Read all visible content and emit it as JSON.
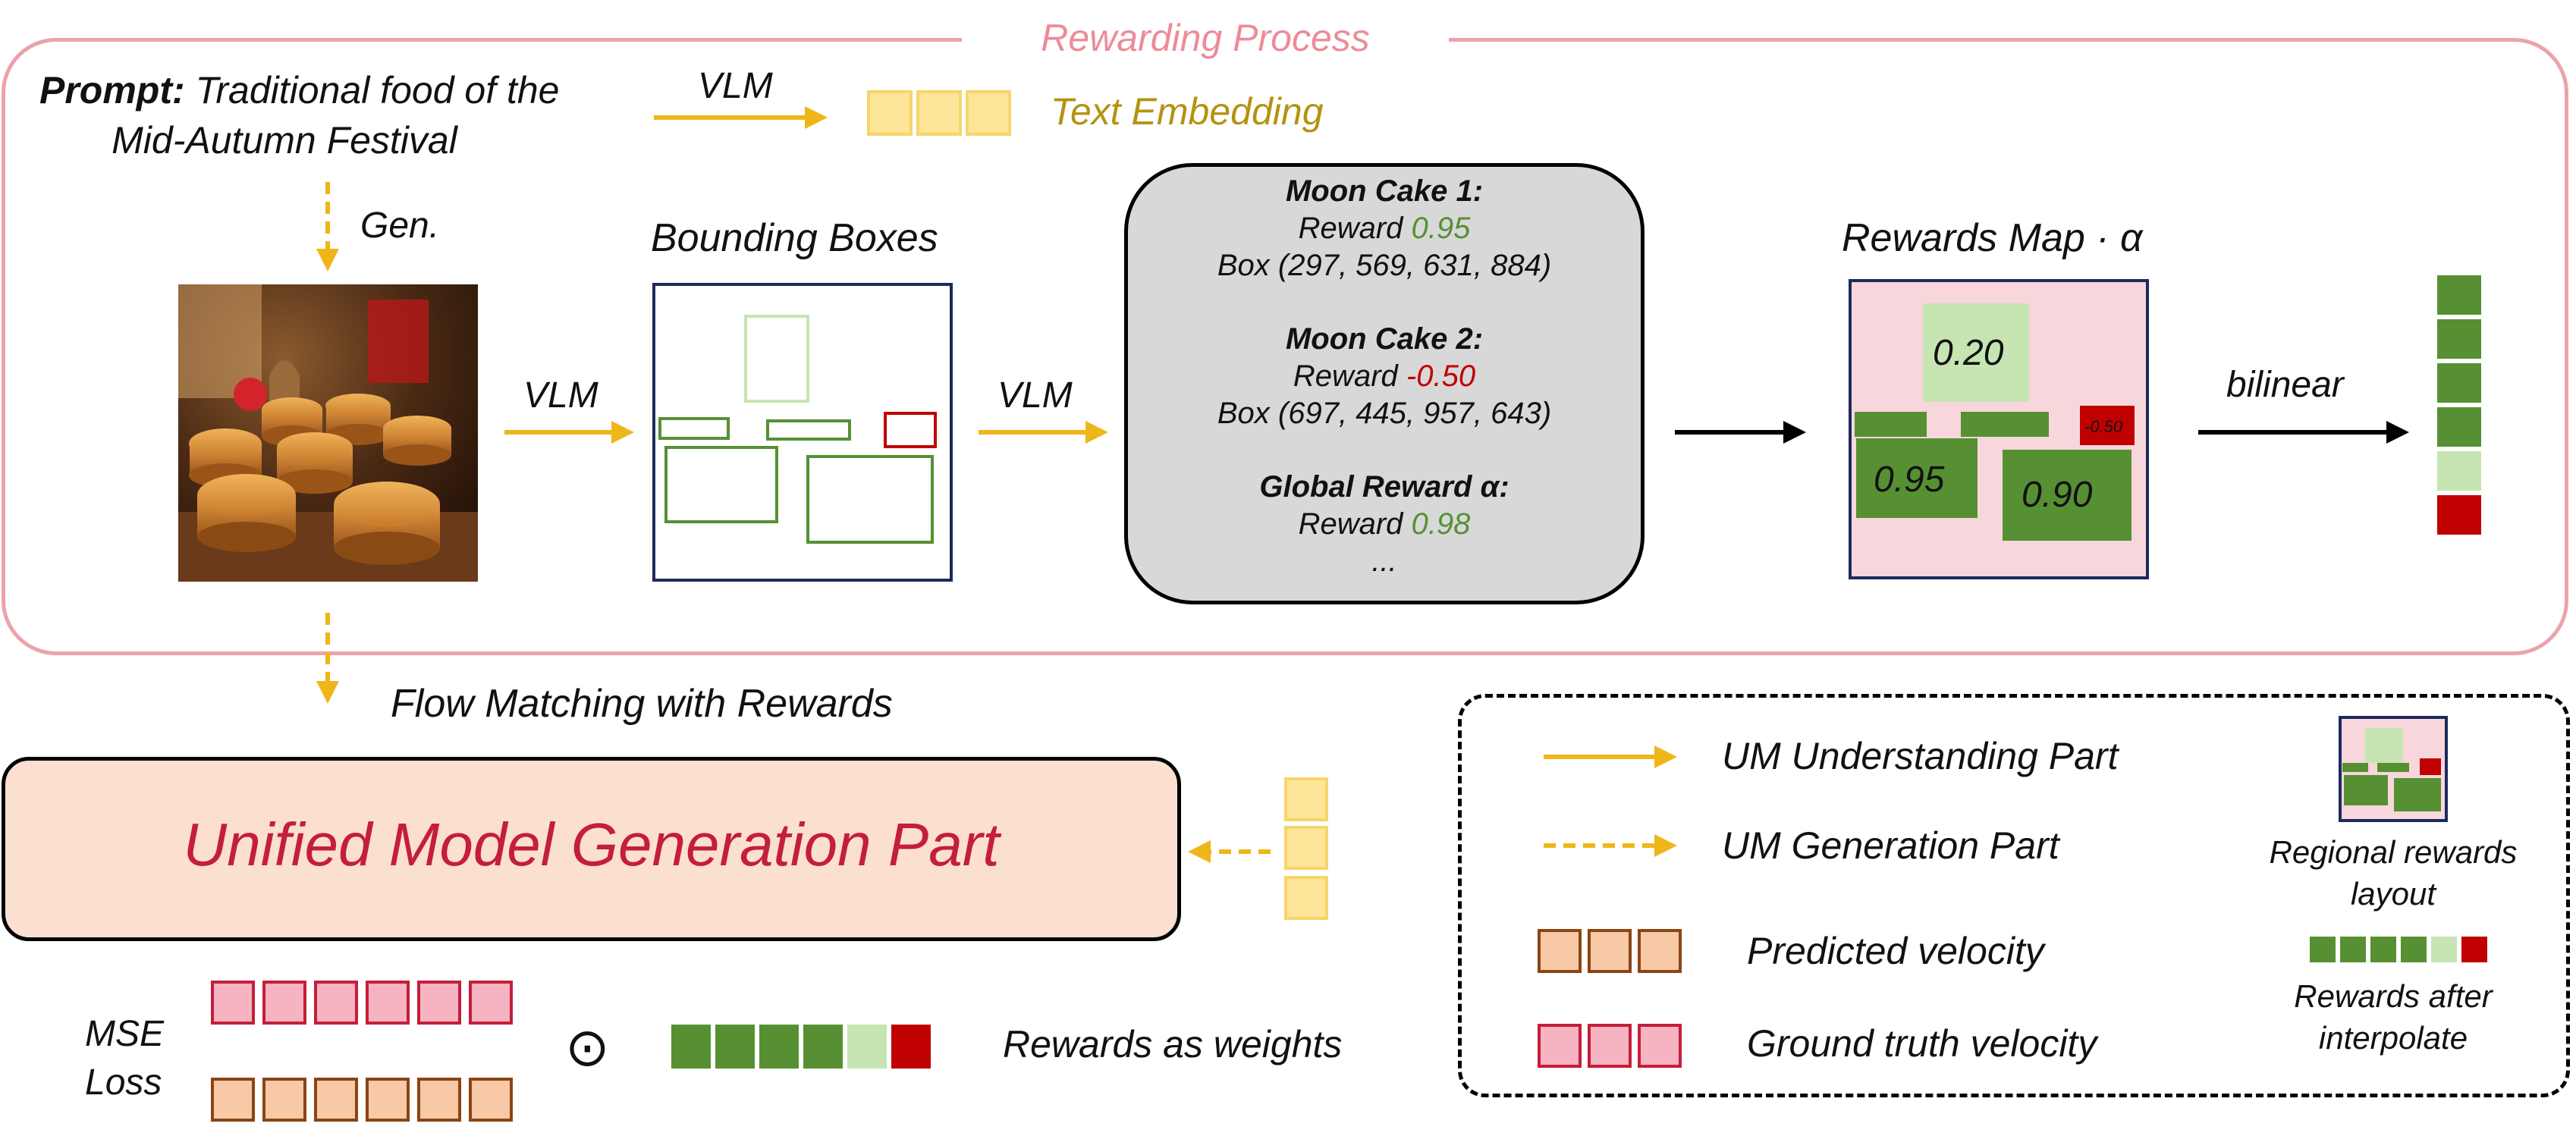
{
  "colors": {
    "frame_border": "#eba3ab",
    "title_pink": "#ec8c98",
    "vlm_arrow_yellow": "#efb61a",
    "embedding_fill": "#fde699",
    "embedding_label": "#b59213",
    "box_navy": "#1c2a5e",
    "reward_green": "#579033",
    "reward_light_green": "#c6e5b2",
    "reward_red": "#c00000",
    "reward_map_bg": "#f8d7dc",
    "info_panel_bg": "#d8d8d8",
    "generation_bg": "#fbe0cf",
    "generation_text": "#c41e3a",
    "predicted_fill": "#f8c9a6",
    "predicted_border": "#8b4513",
    "ground_truth_fill": "#f6b3c1",
    "ground_truth_border": "#c41e3a"
  },
  "title": "Rewarding Process",
  "prompt": {
    "label": "Prompt:",
    "text_line1": "Traditional food of the",
    "text_line2": "Mid-Autumn Festival"
  },
  "arrows": {
    "vlm_top": "VLM",
    "vlm_mid1": "VLM",
    "vlm_mid2": "VLM",
    "gen": "Gen.",
    "bilinear": "bilinear",
    "flow_matching": "Flow Matching with Rewards"
  },
  "text_embedding": "Text Embedding",
  "bounding_boxes_title": "Bounding Boxes",
  "info_panel": {
    "item1_title": "Moon Cake 1:",
    "item1_reward_label": "Reward",
    "item1_reward_value": "0.95",
    "item1_box": "Box (297, 569, 631, 884)",
    "item2_title": "Moon Cake 2:",
    "item2_reward_label": "Reward",
    "item2_reward_value": "-0.50",
    "item2_box": "Box (697, 445, 957, 643)",
    "global_title": "Global Reward α:",
    "global_reward_label": "Reward",
    "global_reward_value": "0.98",
    "ellipsis": "..."
  },
  "rewards_map": {
    "title": "Rewards Map · α",
    "value_top": "0.20",
    "value_left": "0.95",
    "value_right": "0.90",
    "value_small": "-0.50"
  },
  "generation_part": "Unified Model Generation Part",
  "mse_loss_line1": "MSE",
  "mse_loss_line2": "Loss",
  "odot_symbol": "⊙",
  "rewards_as_weights": "Rewards as weights",
  "legend": {
    "understanding": "UM Understanding Part",
    "generation": "UM Generation Part",
    "predicted_velocity": "Predicted velocity",
    "ground_truth_velocity": "Ground truth velocity",
    "regional_line1": "Regional rewards",
    "regional_line2": "layout",
    "interp_line1": "Rewards after",
    "interp_line2": "interpolate"
  },
  "icons": {
    "photo": "mooncake-photo",
    "arrows": "arrow-icon"
  }
}
